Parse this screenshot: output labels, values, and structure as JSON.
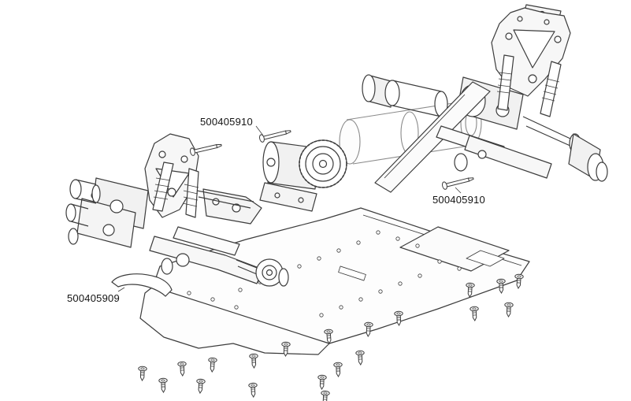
{
  "diagram": {
    "type": "exploded-parts-diagram",
    "subject": "rc-car-chassis-assembly",
    "labels": [
      {
        "id": "label-top",
        "text": "500405910"
      },
      {
        "id": "label-right",
        "text": "500405910"
      },
      {
        "id": "label-left",
        "text": "500405909"
      }
    ],
    "colors": {
      "background": "#ffffff",
      "line": "#3c3c3c",
      "faint_line": "#8a8a8a",
      "text": "#141414"
    }
  }
}
